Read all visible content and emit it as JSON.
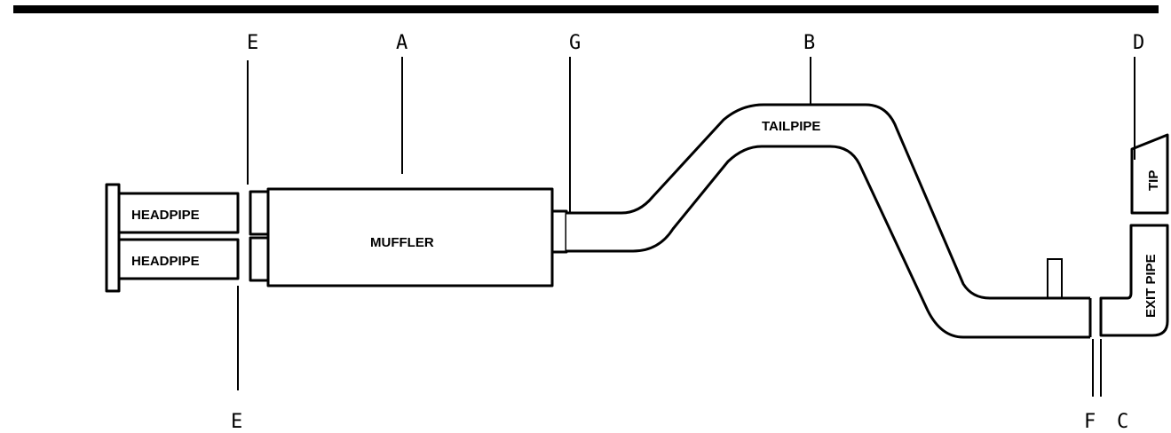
{
  "diagram": {
    "parts": {
      "headpipe_upper": "HEADPIPE",
      "headpipe_lower": "HEADPIPE",
      "muffler": "MUFFLER",
      "tailpipe": "TAILPIPE",
      "tip": "TIP",
      "exit_pipe": "EXIT PIPE"
    },
    "callouts": {
      "a": "A",
      "b": "B",
      "c": "C",
      "d": "D",
      "e_top": "E",
      "e_bottom": "E",
      "f": "F",
      "g": "G"
    }
  }
}
